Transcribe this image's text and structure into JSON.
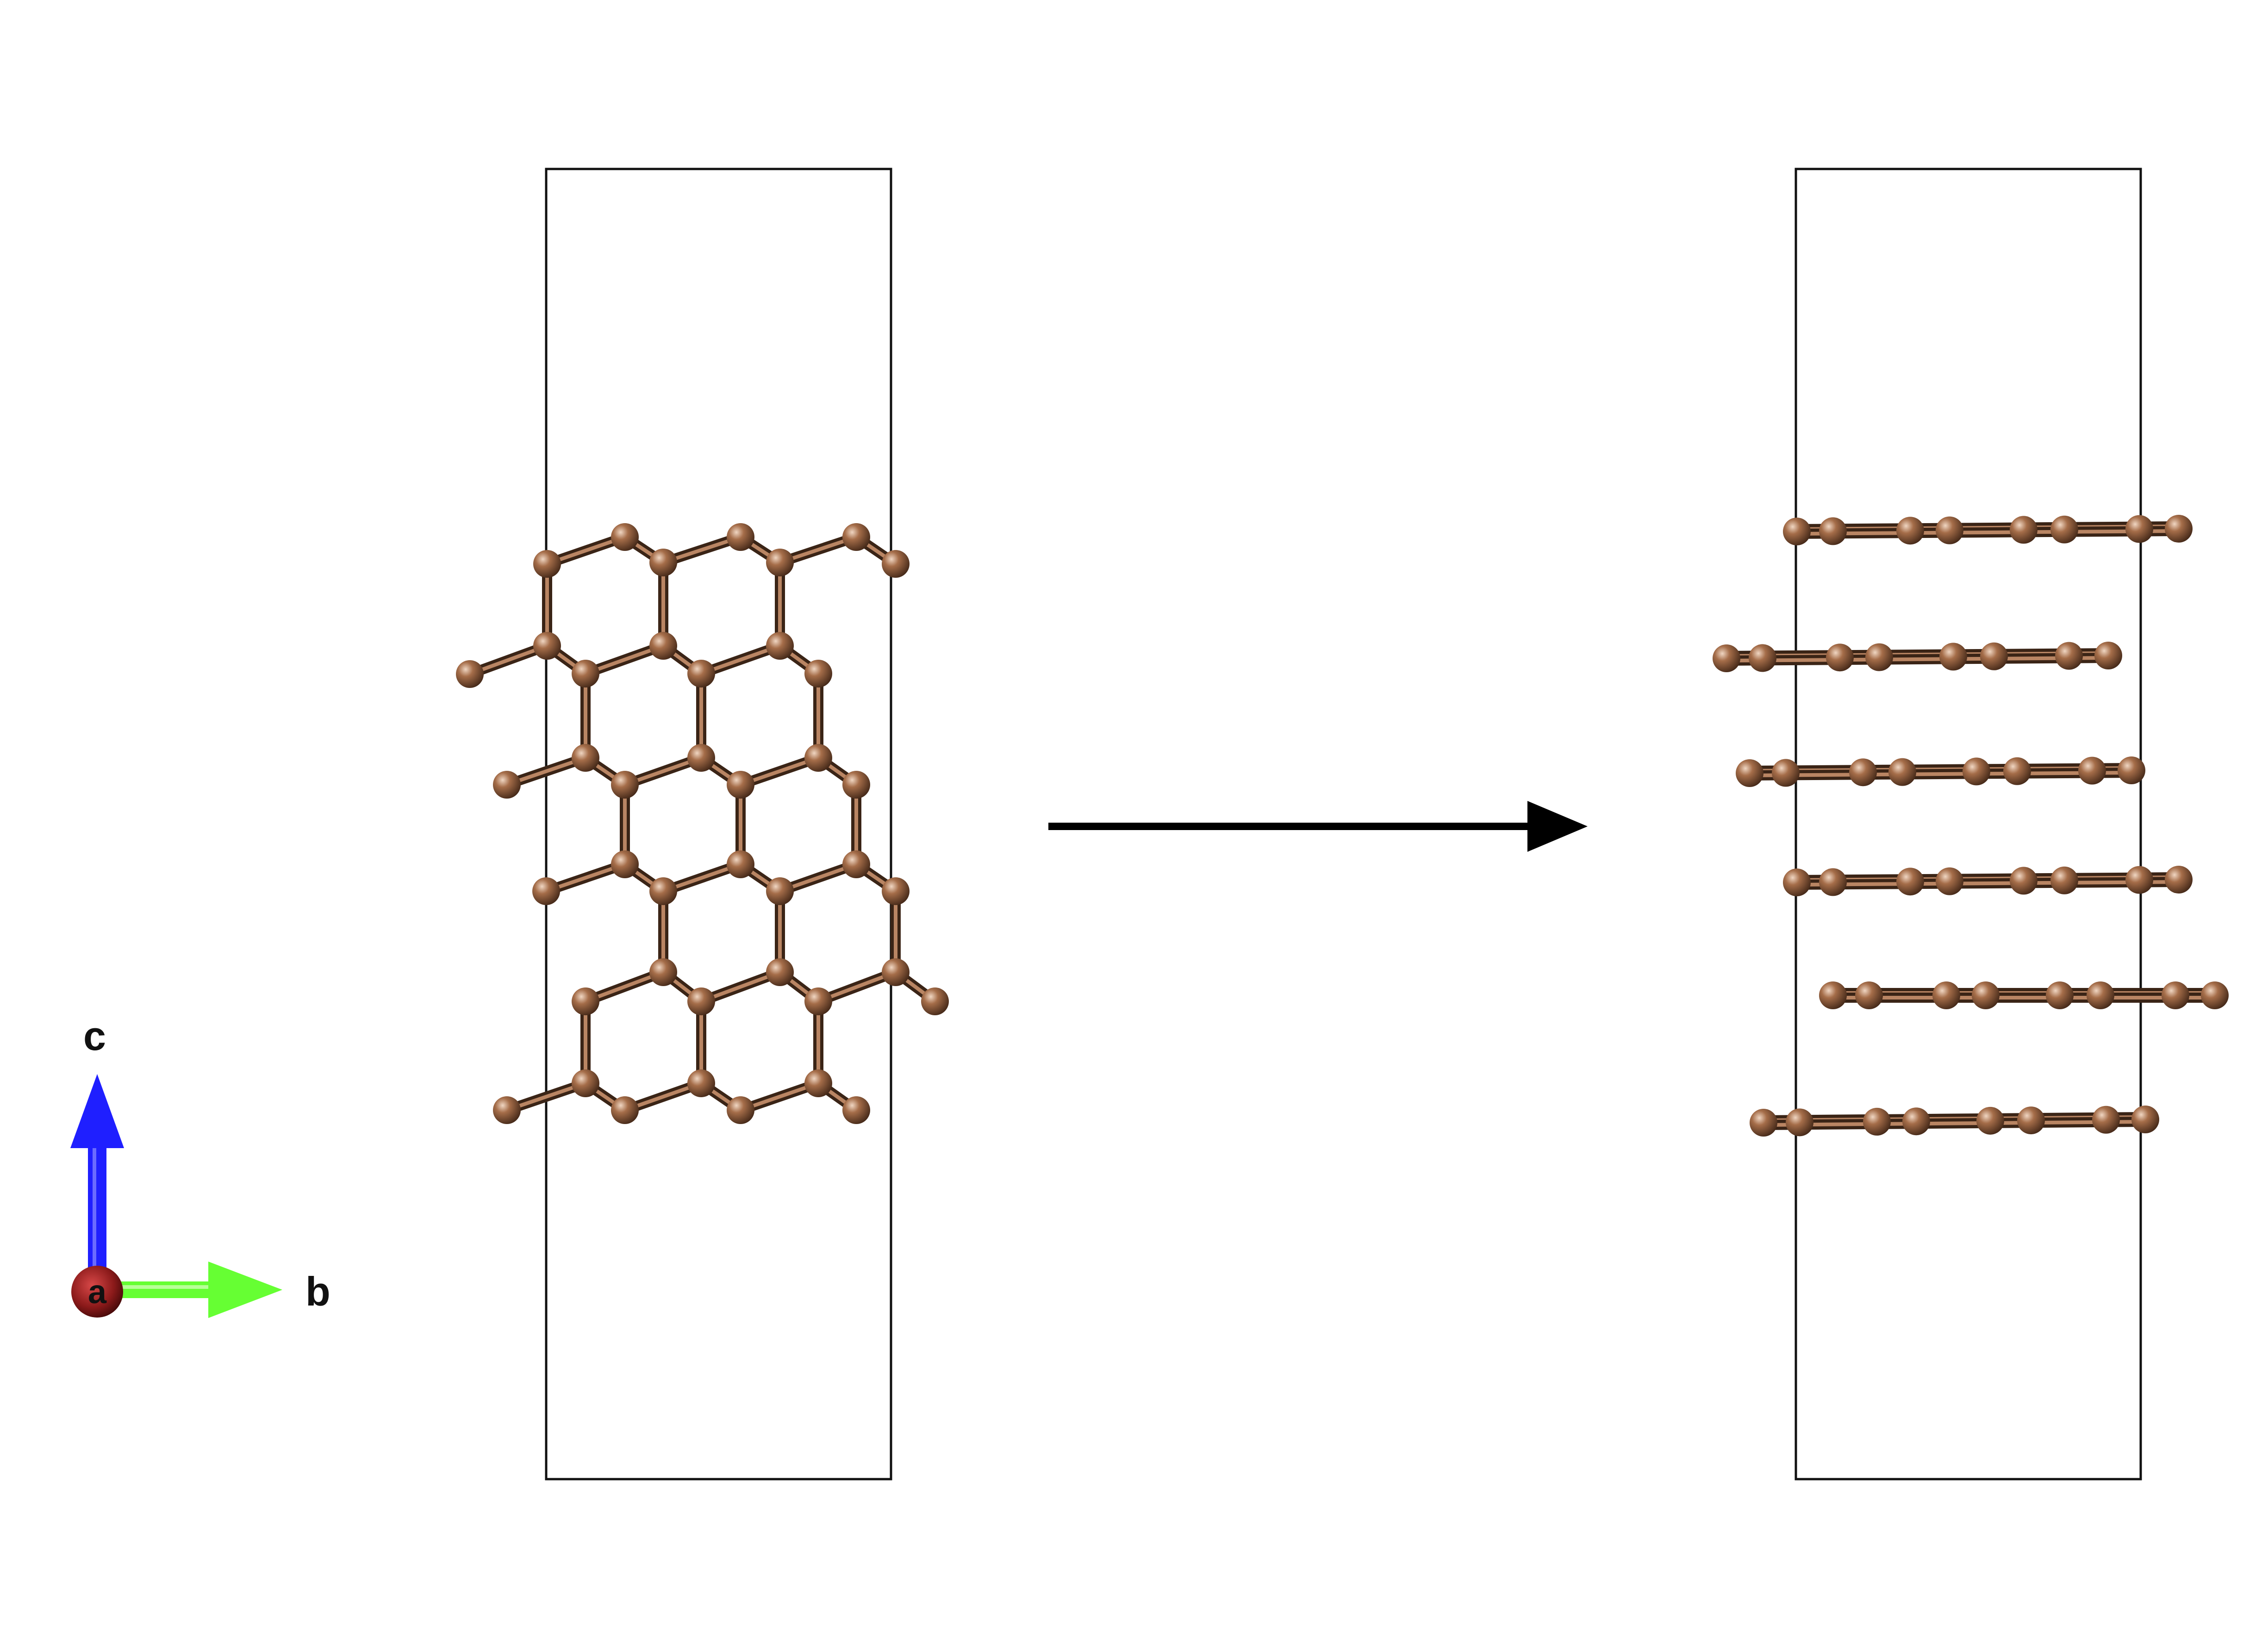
{
  "axes": {
    "a_label": "a",
    "b_label": "b",
    "c_label": "c",
    "a_color": "#8b1a1a",
    "b_color": "#66ff33",
    "c_color": "#1f1fff"
  },
  "colors": {
    "atom": "#8b5a3c",
    "atom_highlight": "#e8c8b0",
    "bond": "#7a4e33",
    "bond_edge": "#3a2416",
    "cell": "#111111",
    "arrow": "#000000"
  }
}
